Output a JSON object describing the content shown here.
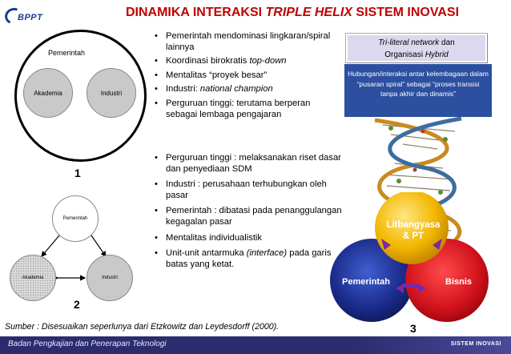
{
  "logo": {
    "text": "BPPT"
  },
  "title": {
    "part1": "DINAMIKA INTERAKSI ",
    "italic": "TRIPLE HELIX",
    "part2": " SISTEM INOVASI"
  },
  "diagram1": {
    "top_label": "Pemerintah",
    "left_label": "Akademia",
    "right_label": "Industri",
    "number": "1"
  },
  "diagram2": {
    "top_label": "Pemerintah",
    "left_label": "Akademia",
    "right_label": "Industri",
    "number": "2"
  },
  "diagram3": {
    "top_label": "Litbangyasa & PT",
    "left_label": "Pemerintah",
    "right_label": "Bisnis",
    "number": "3"
  },
  "bullets1": [
    "Pemerintah mendominasi lingkaran/spiral lainnya",
    "Koordinasi birokratis top-down",
    "Mentalitas “proyek besar”",
    "Industri: national champion",
    "Perguruan tinggi: terutama berperan sebagai lembaga pengajaran"
  ],
  "bullets2": [
    "Perguruan tinggi : melaksanakan riset dasar dan penyediaan SDM",
    "Industri : perusahaan terhubungkan oleh pasar",
    "Pemerintah : dibatasi pada penanggulangan kegagalan pasar",
    "Mentalitas individualistik",
    "Unit-unit antarmuka (interface) pada garis batas yang ketat."
  ],
  "right_box": {
    "italic": "Tri-literal network",
    "text1": " dan",
    "text2": "Organisasi ",
    "italic2": "Hybrid"
  },
  "right_desc": "Hubungan/interaksi antar kelembagaan dalam “pusaran spiral” sebagai “proses transisi tanpa akhir dan dinamis”",
  "source": "Sumber : Disesuaikan seperlunya dari Etzkowitz dan Leydesdorff (2000).",
  "footer": {
    "left": "Badan Pengkajian dan Penerapan Teknologi",
    "right": "SISTEM INOVASI"
  },
  "colors": {
    "title": "#c00000",
    "footer": "#2b2b6e",
    "litbang": "#f2b800",
    "pemerintah": "#1c2c8c",
    "bisnis": "#d4141e",
    "desc_box": "#2c4fa0"
  }
}
